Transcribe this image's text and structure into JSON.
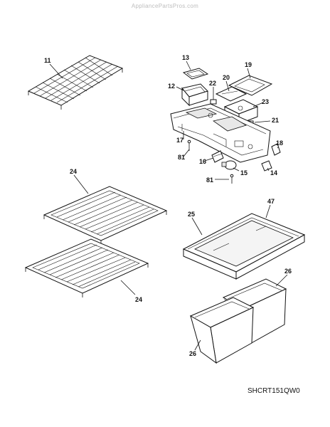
{
  "watermark": "AppliancePartsPros.com",
  "model_code": "SHCRT151QW0",
  "callouts": {
    "c11": "11",
    "c13": "13",
    "c12": "12",
    "c22": "22",
    "c20": "20",
    "c19": "19",
    "c23": "23",
    "c21": "21",
    "c17": "17",
    "c18": "18",
    "c81a": "81",
    "c16": "16",
    "c15": "15",
    "c14": "14",
    "c81b": "81",
    "c24a": "24",
    "c24b": "24",
    "c25": "25",
    "c47": "47",
    "c26a": "26",
    "c26b": "26"
  }
}
